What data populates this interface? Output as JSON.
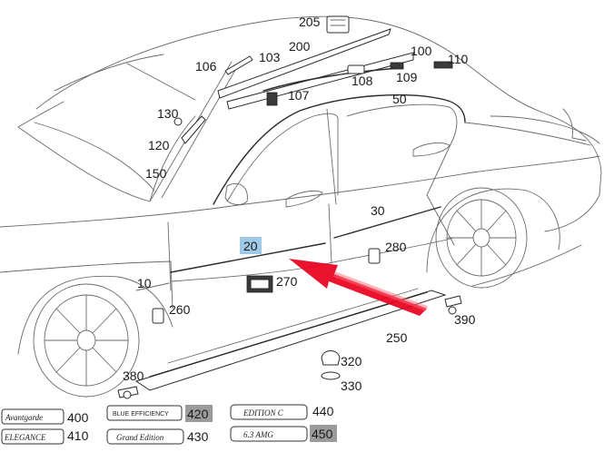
{
  "callouts": {
    "c205": "205",
    "c200": "200",
    "c100": "100",
    "c110": "110",
    "c106": "106",
    "c103": "103",
    "c108": "108",
    "c109": "109",
    "c107": "107",
    "c50": "50",
    "c130": "130",
    "c120": "120",
    "c150": "150",
    "c30": "30",
    "c20": "20",
    "c280": "280",
    "c270": "270",
    "c10": "10",
    "c260": "260",
    "c390": "390",
    "c250": "250",
    "c320": "320",
    "c330": "330",
    "c380": "380",
    "c400": "400",
    "c410": "410",
    "c420": "420",
    "c430": "430",
    "c440": "440",
    "c450": "450"
  },
  "badges": {
    "avantgarde": "Avantgarde",
    "elegance": "ELEGANCE",
    "blue_efficiency": "BLUE EFFICIENCY",
    "grand_edition": "Grand Edition",
    "edition_c": "EDITION C",
    "amg_63": "6.3 AMG"
  },
  "colors": {
    "highlight": "#9fc9e6",
    "gray_tag": "#9b9b9b",
    "arrow": "#e8001c"
  }
}
